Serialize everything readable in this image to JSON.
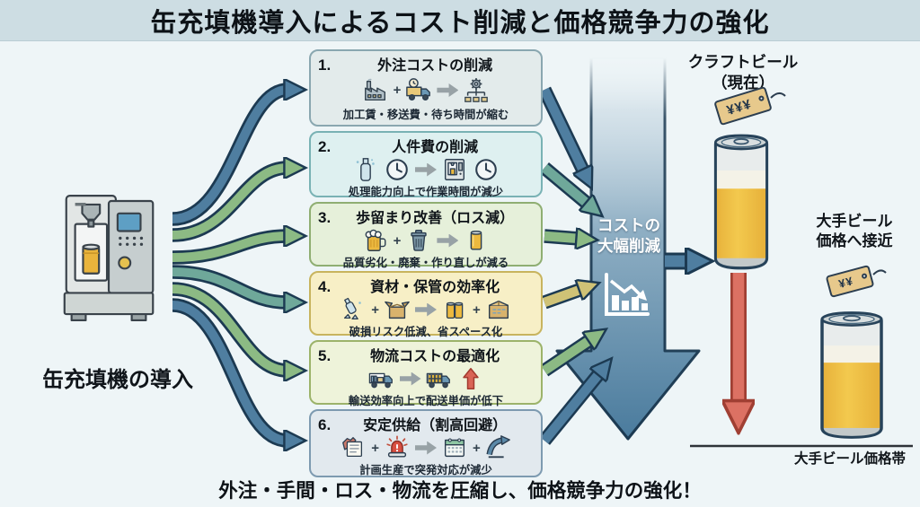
{
  "title": "缶充填機導入によるコスト削減と価格競争力の強化",
  "machine": {
    "label": "缶充填機の導入"
  },
  "central_arrow": {
    "label": "コストの\n大幅削減"
  },
  "boxes": [
    {
      "number": "1.",
      "title": "外注コストの削減",
      "caption": "加工賃・移送費・待ち時間が縮む",
      "icons": [
        "factory",
        "+",
        "truck-clock",
        "->",
        "gear-flow"
      ],
      "bg": "#e3ebeb",
      "border": "#8aa7b0"
    },
    {
      "number": "2.",
      "title": "人件費の削減",
      "caption": "処理能力向上で作業時間が減少",
      "icons": [
        "bottle",
        "clock",
        "->",
        "filling-machine",
        "clock"
      ],
      "bg": "#def0f0",
      "border": "#79b2b4"
    },
    {
      "number": "3.",
      "title": "歩留まり改善（ロス減）",
      "caption": "品質劣化・廃棄・作り直しが減る",
      "icons": [
        "mug",
        "+",
        "trash",
        "->",
        "can-gold"
      ],
      "bg": "#e6f0da",
      "border": "#8fae72"
    },
    {
      "number": "4.",
      "title": "資材・保管の効率化",
      "caption": "破損リスク低減、省スペース化",
      "icons": [
        "bottle-broken",
        "+",
        "box-open",
        "->",
        "can-pair",
        "+",
        "box-packed"
      ],
      "bg": "#f7efc6",
      "border": "#c8b45e"
    },
    {
      "number": "5.",
      "title": "物流コストの最適化",
      "caption": "輸送効率向上で配送単価が低下",
      "icons": [
        "truck-bottles",
        "->",
        "truck-cans",
        "arrow-up-red"
      ],
      "bg": "#eef3da",
      "border": "#9cb36a"
    },
    {
      "number": "6.",
      "title": "安定供給（割高回避）",
      "caption": "計画生産で突発対応が減少",
      "icons": [
        "memo",
        "+",
        "siren",
        "->",
        "calendar",
        "+",
        "arrow-rebound"
      ],
      "bg": "#e2e9ee",
      "border": "#7d9ab0"
    }
  ],
  "right": {
    "craft_label": "クラフトビール\n（現在）",
    "craft_price_tag": "¥¥¥",
    "approach_label": "大手ビール\n価格へ接近",
    "major_price_tag": "¥¥",
    "baseline_label": "大手ビール価格帯"
  },
  "bottom_caption": "外注・手間・ロス・物流を圧縮し、価格競争力の強化！",
  "colors": {
    "arrow_blue": "#4f7ea0",
    "arrow_green": "#8cba84",
    "arrow_teal": "#6fa89a",
    "arrow_yellow": "#cfc276",
    "arrow_red": "#dc7163",
    "big_arrow": "#47789b",
    "outline": "#1c3a52",
    "title_band": "#cdddE3",
    "background": "#eef5f7"
  }
}
